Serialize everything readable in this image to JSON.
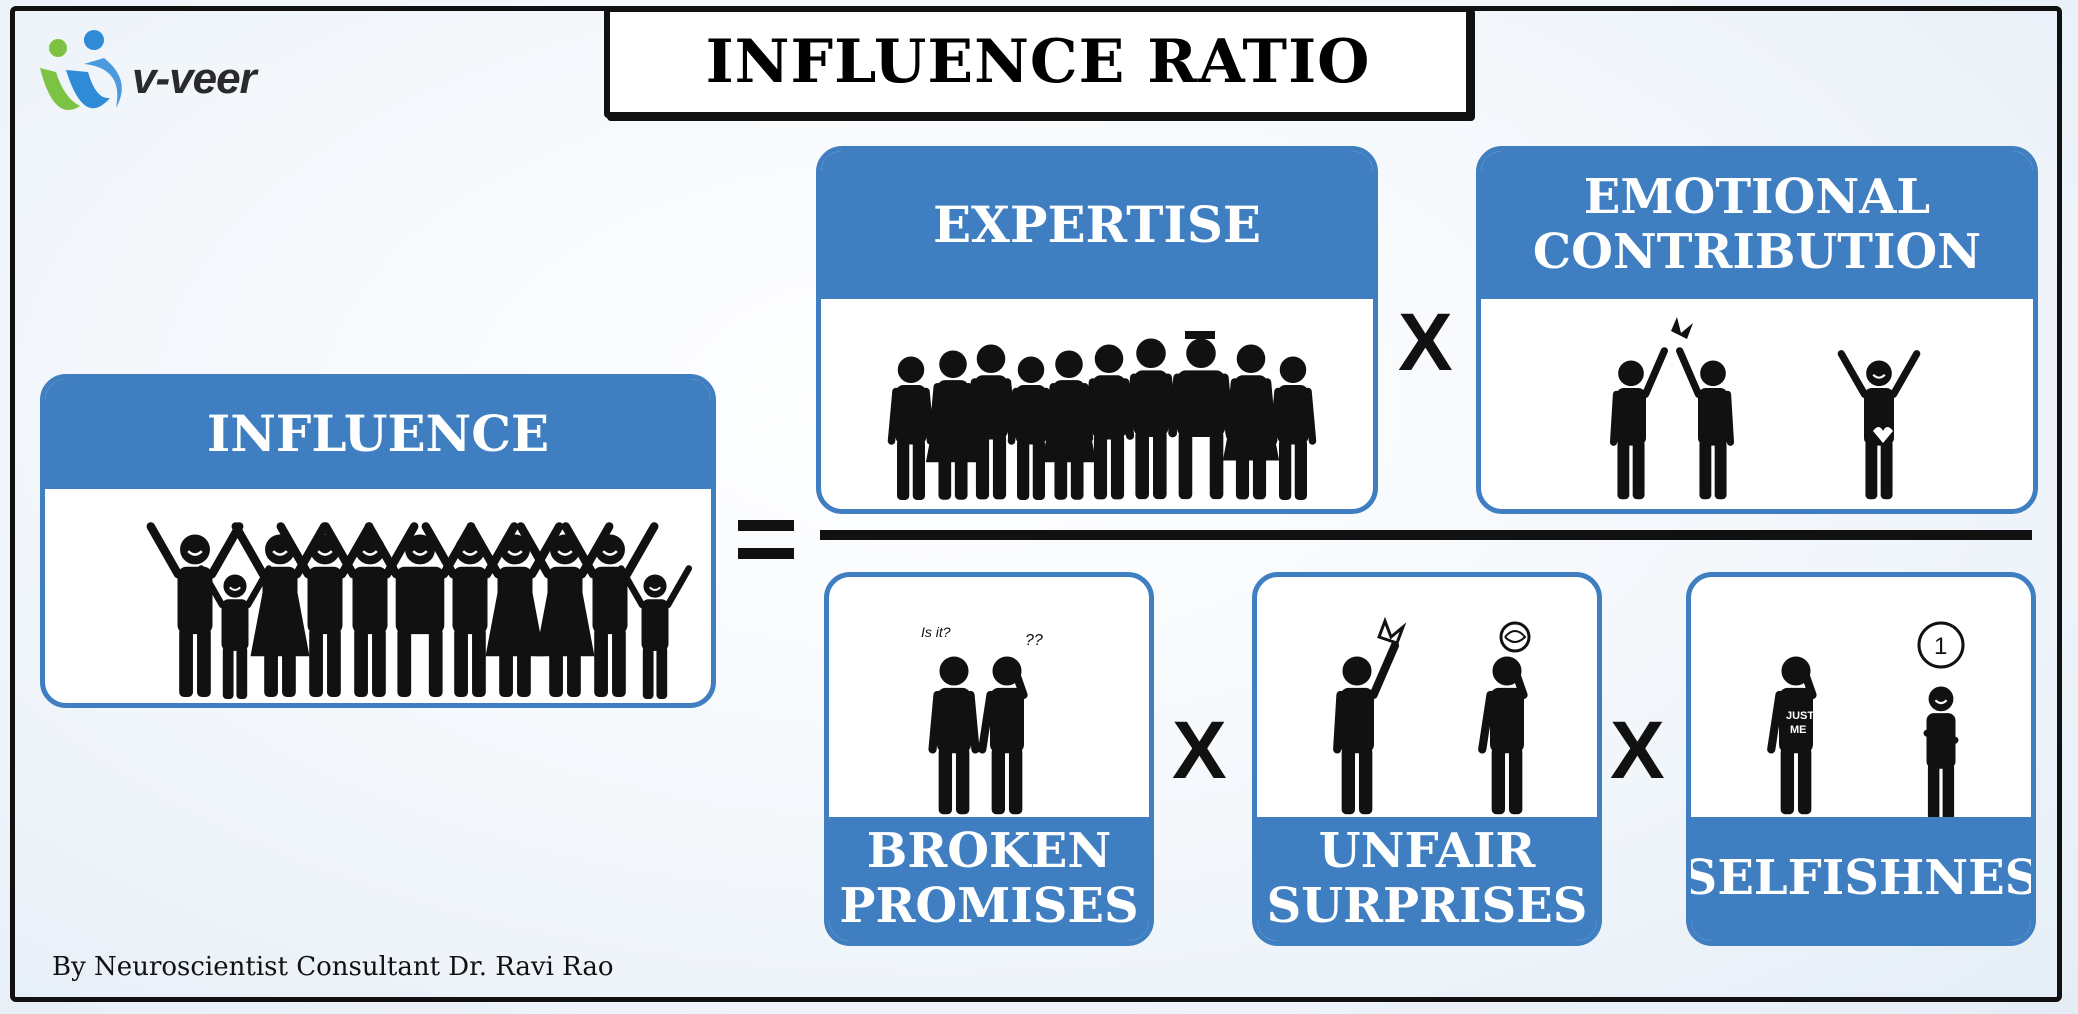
{
  "title": "INFLUENCE RATIO",
  "logo_text": "v-veer",
  "credit": "By Neuroscientist  Consultant Dr. Ravi Rao",
  "equation": {
    "equals": "=",
    "times": "X",
    "left": {
      "label": "INFLUENCE",
      "icon": "celebrating-crowd-icon"
    },
    "numerator": [
      {
        "label": "EXPERTISE",
        "icon": "professionals-group-icon"
      },
      {
        "label": "EMOTIONAL CONTRIBUTION",
        "line1": "EMOTIONAL",
        "line2": "CONTRIBUTION",
        "icon": "high-five-people-icon"
      }
    ],
    "denominator": [
      {
        "label": "BROKEN PROMISES",
        "line1": "BROKEN",
        "line2": "PROMISES",
        "icon": "confused-people-icon",
        "bubble1": "Is it?",
        "bubble2": "??"
      },
      {
        "label": "UNFAIR SURPRISES",
        "line1": "UNFAIR",
        "line2": "SURPRISES",
        "icon": "shocked-people-icon"
      },
      {
        "label": "SELFISHNES",
        "icon": "selfish-people-icon",
        "shirt_text_1": "JUST",
        "shirt_text_2": "ME",
        "badge": "1"
      }
    ]
  },
  "colors": {
    "accent": "#3f7fc1",
    "ink": "#111111"
  }
}
